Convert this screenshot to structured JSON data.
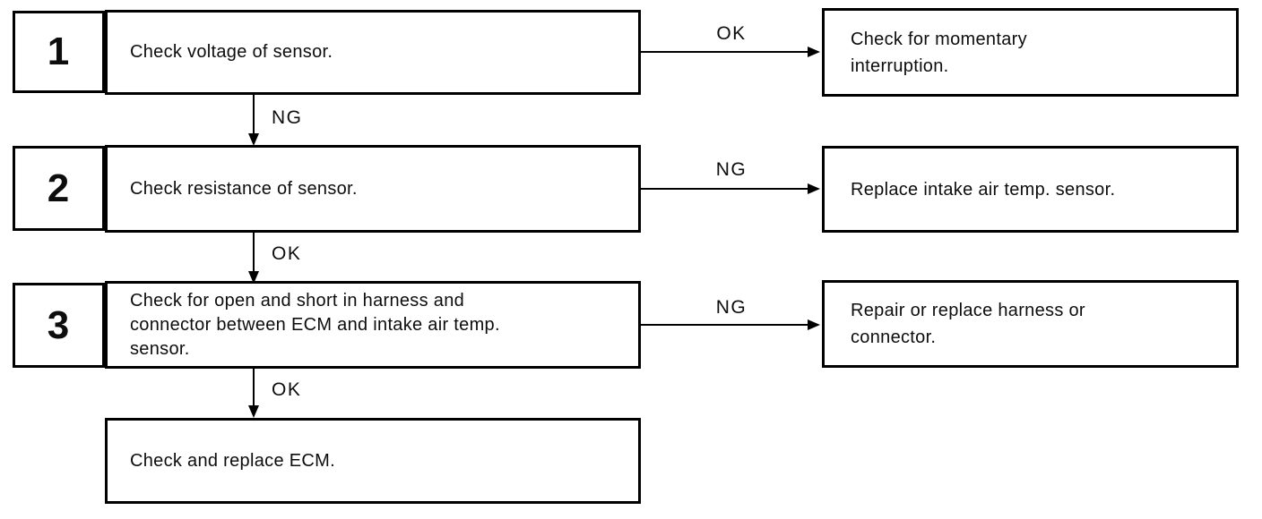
{
  "page": {
    "background_color": "#ffffff",
    "line_color": "#000000",
    "text_color": "#0d0d0d"
  },
  "flowchart": {
    "steps": [
      {
        "number": "1",
        "action": "Check voltage of sensor.",
        "down_label": "NG",
        "right_label": "OK",
        "right_result": "Check for momentary\ninterruption."
      },
      {
        "number": "2",
        "action": "Check resistance of sensor.",
        "down_label": "OK",
        "right_label": "NG",
        "right_result": "Replace intake air temp. sensor."
      },
      {
        "number": "3",
        "action": "Check for open and short in harness and\nconnector between ECM and intake air temp.\nsensor.",
        "down_label": "OK",
        "right_label": "NG",
        "right_result": "Repair or replace harness or\nconnector."
      }
    ],
    "final_action": "Check and replace ECM."
  }
}
